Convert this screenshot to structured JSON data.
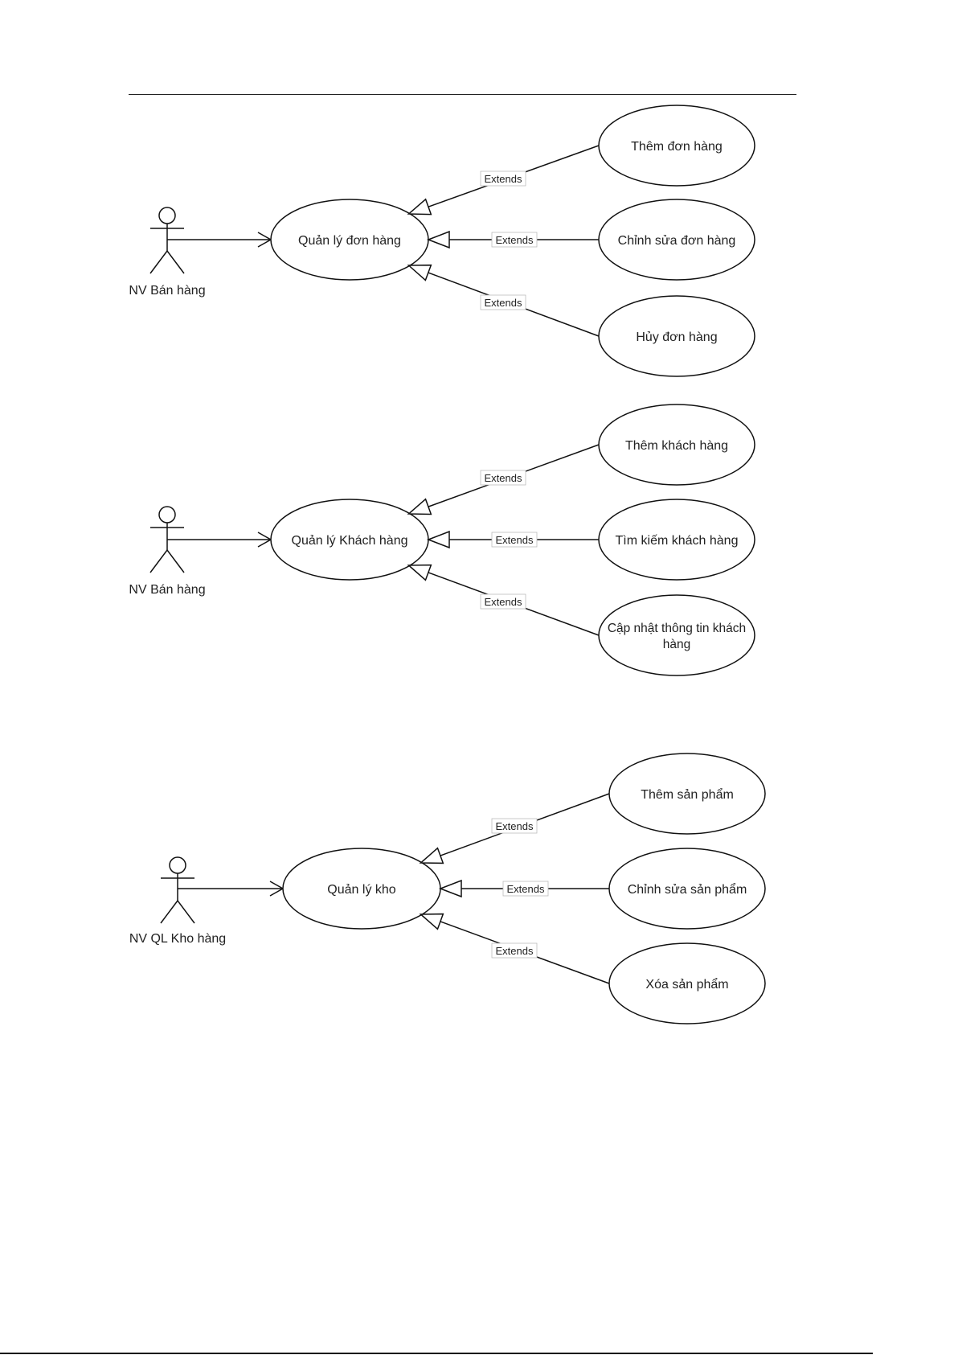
{
  "diagrams": [
    {
      "actor": "NV Bán hàng",
      "main_use_case": "Quản lý đơn hàng",
      "relation_label": "Extends",
      "extensions": [
        "Thêm đơn hàng",
        "Chỉnh sửa đơn hàng",
        "Hủy đơn hàng"
      ]
    },
    {
      "actor": "NV Bán hàng",
      "main_use_case": "Quản lý Khách hàng",
      "relation_label": "Extends",
      "extensions": [
        "Thêm khách hàng",
        "Tìm kiếm khách hàng",
        "Cập nhật thông tin khách hàng"
      ]
    },
    {
      "actor": "NV QL Kho hàng",
      "main_use_case": "Quản lý kho",
      "relation_label": "Extends",
      "extensions": [
        "Thêm sản phẩm",
        "Chỉnh sửa sản phẩm",
        "Xóa sản phẩm"
      ]
    }
  ]
}
